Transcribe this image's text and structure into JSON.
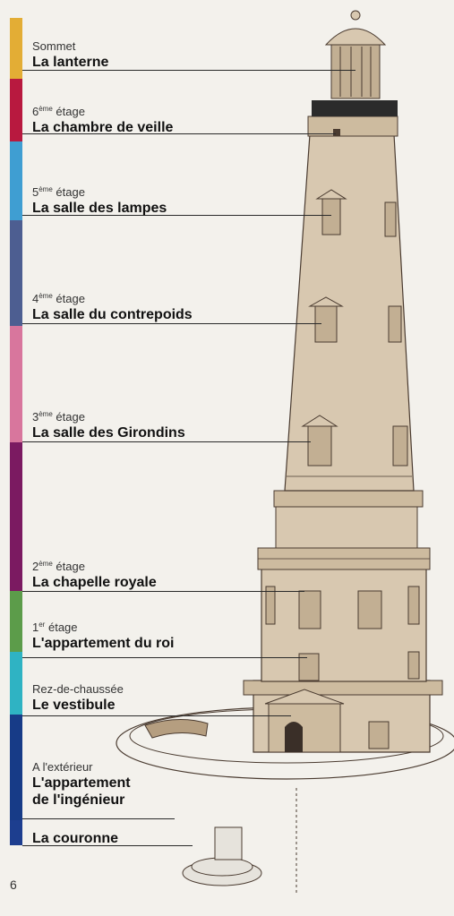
{
  "colors": {
    "page_bg": "#f3f1ec",
    "tower_fill": "#d8c8b0",
    "tower_stroke": "#4a3b30",
    "window_fill": "#c2af93",
    "lantern_dark": "#2b2b2b",
    "bars": [
      "#e3ad35",
      "#b8193f",
      "#3f9ed2",
      "#4d5e91",
      "#d8769d",
      "#7b1a61",
      "#5c9c4a",
      "#2fb3c3",
      "#173b87",
      "#1d3e8f"
    ]
  },
  "levels": [
    {
      "floor": "Sommet",
      "sup": "",
      "floor_rest": "",
      "name": "La lanterne"
    },
    {
      "floor": "6",
      "sup": "ème",
      "floor_rest": " étage",
      "name": "La chambre de veille"
    },
    {
      "floor": "5",
      "sup": "ème",
      "floor_rest": " étage",
      "name": "La salle des lampes"
    },
    {
      "floor": "4",
      "sup": "ème",
      "floor_rest": " étage",
      "name": "La salle du contrepoids"
    },
    {
      "floor": "3",
      "sup": "ème",
      "floor_rest": " étage",
      "name": "La salle des Girondins"
    },
    {
      "floor": "2",
      "sup": "ème",
      "floor_rest": " étage",
      "name": "La chapelle royale"
    },
    {
      "floor": "1",
      "sup": "er",
      "floor_rest": " étage",
      "name": "L'appartement du roi"
    },
    {
      "floor": "Rez-de-chaussée",
      "sup": "",
      "floor_rest": "",
      "name": "Le vestibule"
    },
    {
      "floor": "A l'extérieur",
      "sup": "",
      "floor_rest": "",
      "name": "L'appartement",
      "name2": "de l'ingénieur"
    },
    {
      "floor": "",
      "sup": "",
      "floor_rest": "",
      "name": "La couronne"
    }
  ],
  "page_number": "6"
}
